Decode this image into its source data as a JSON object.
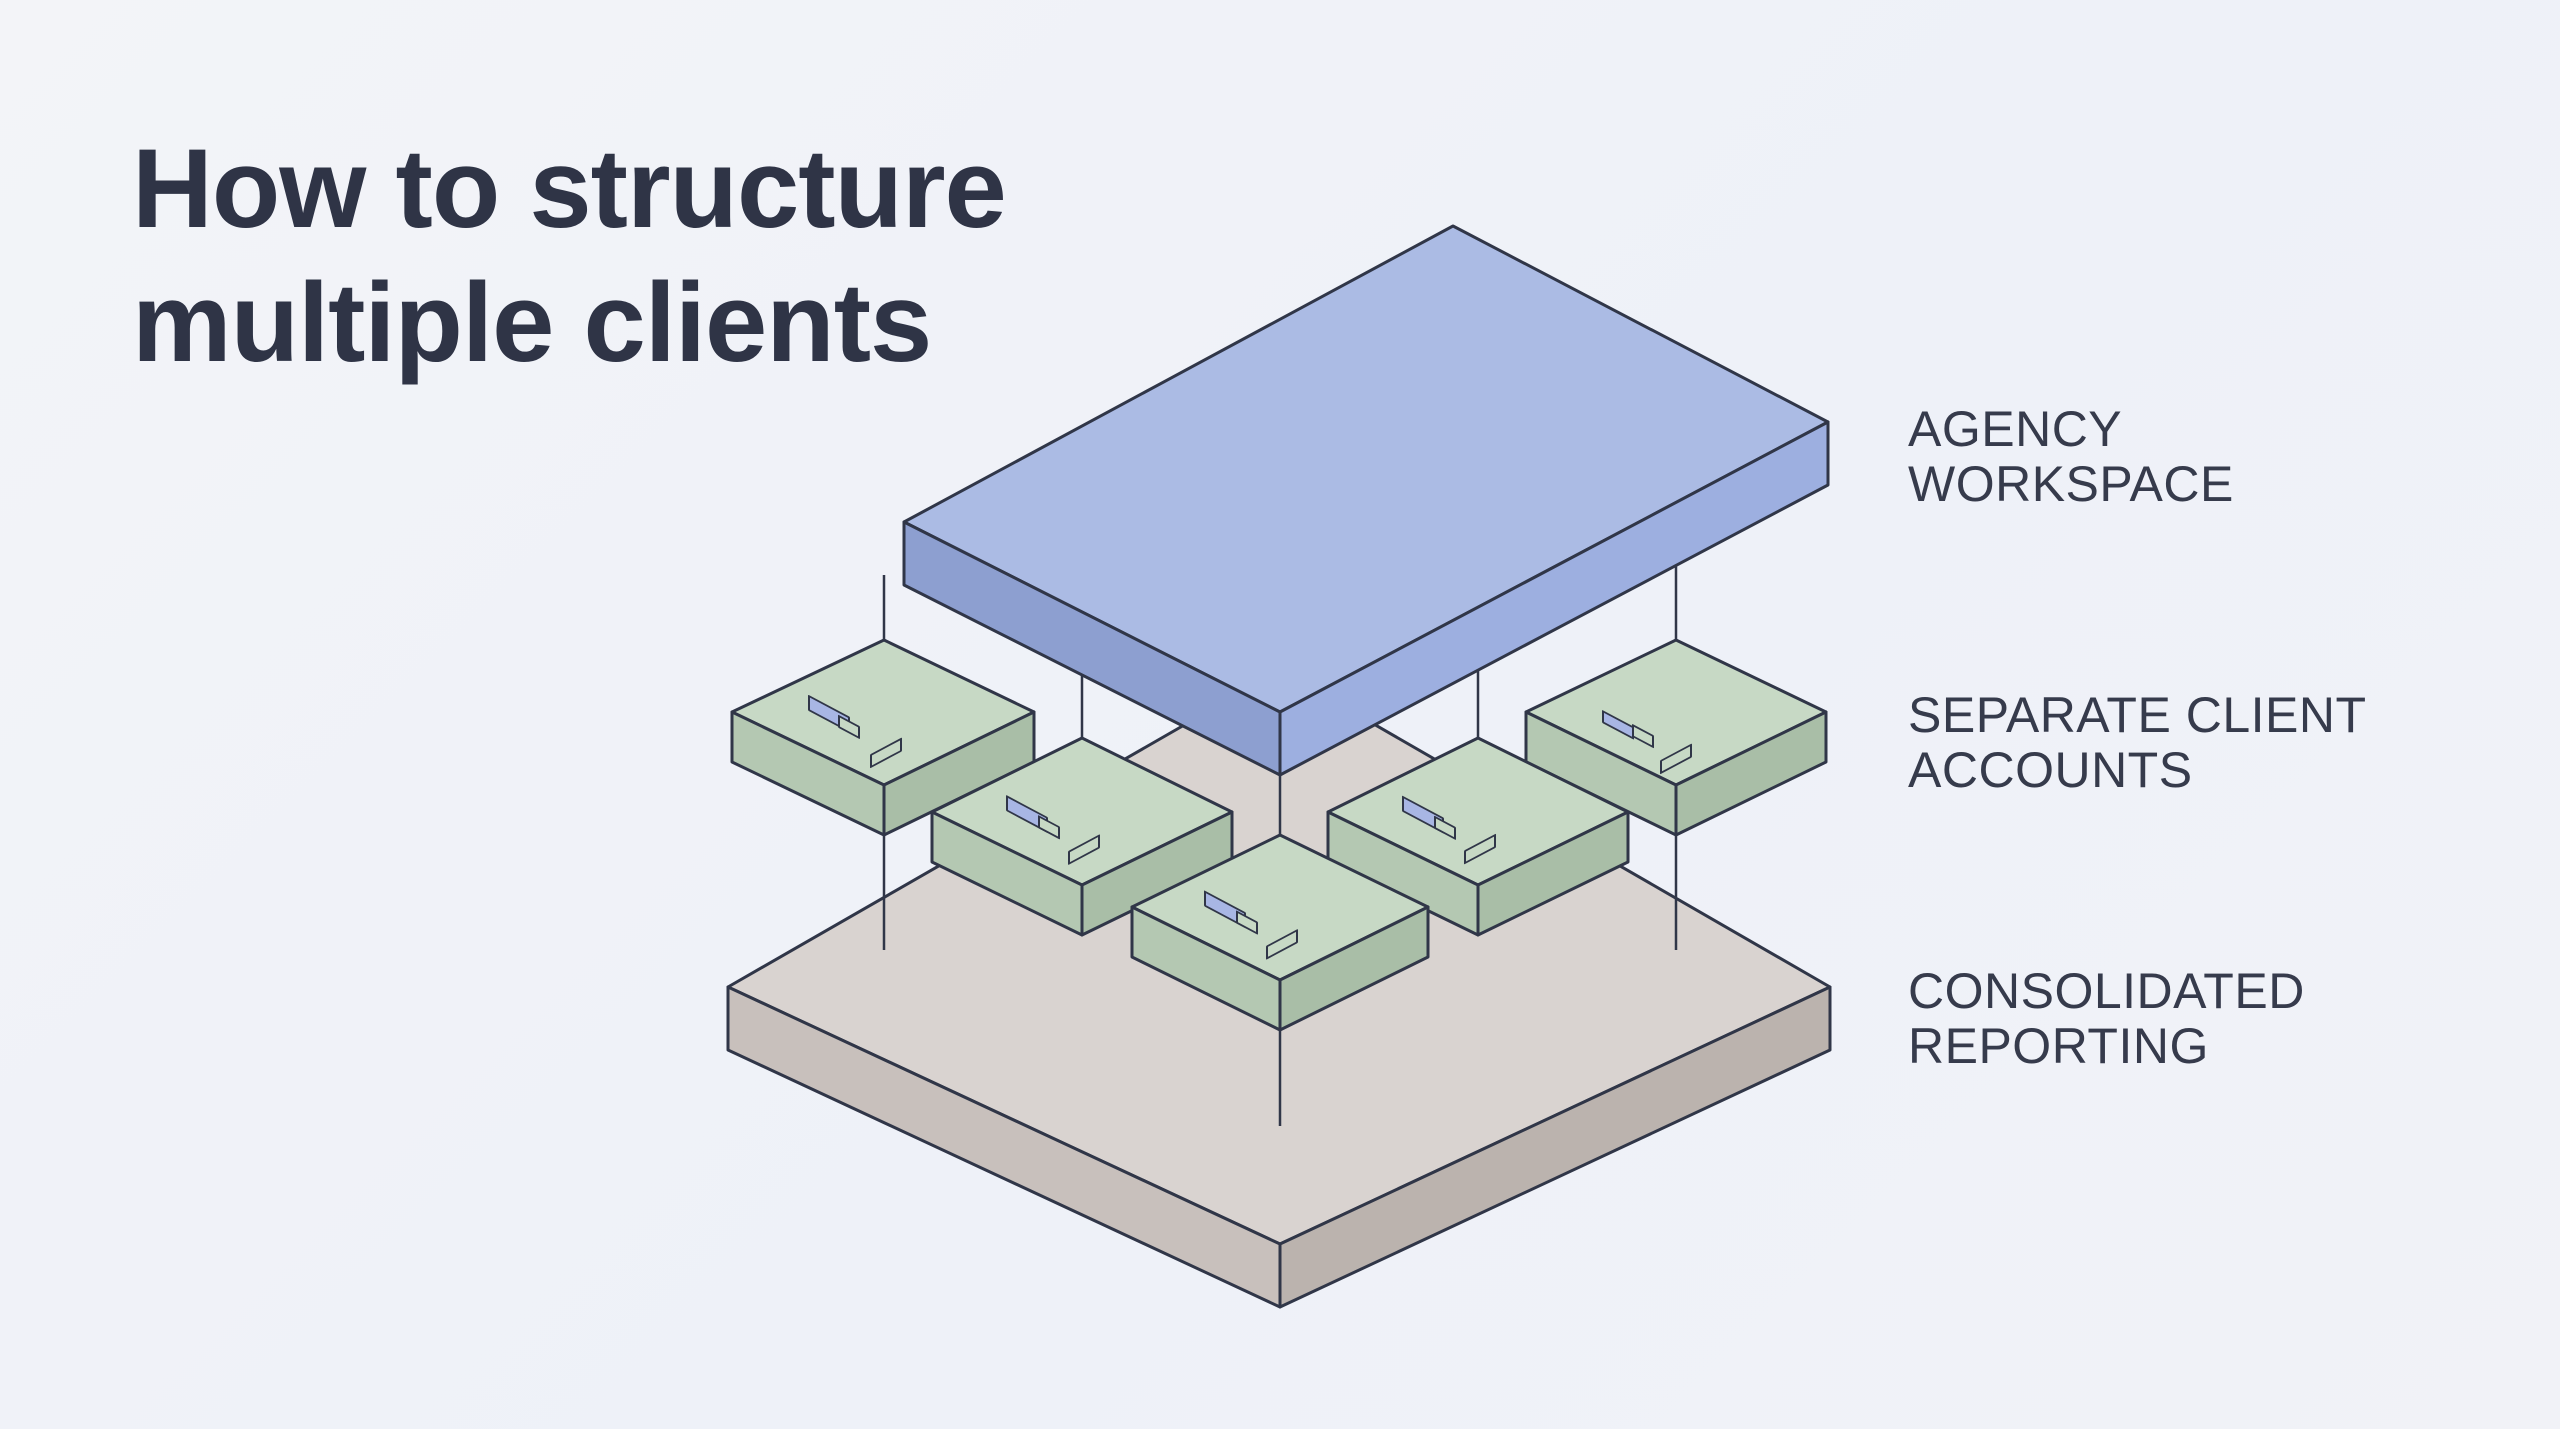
{
  "heading": {
    "line1": "How to structure",
    "line2": "multiple clients"
  },
  "layers": {
    "agency": {
      "line1": "AGENCY",
      "line2": "WORKSPACE",
      "color": "#a9b8e2"
    },
    "clients": {
      "line1": "SEPARATE CLIENT",
      "line2": "ACCOUNTS",
      "color": "#c5d6c3"
    },
    "reporting": {
      "line1": "CONSOLIDATED",
      "line2": "REPORTING",
      "color": "#d8d2cf"
    }
  },
  "colors": {
    "outline": "#303648",
    "text": "#2f3446"
  },
  "client_account_count": 5
}
